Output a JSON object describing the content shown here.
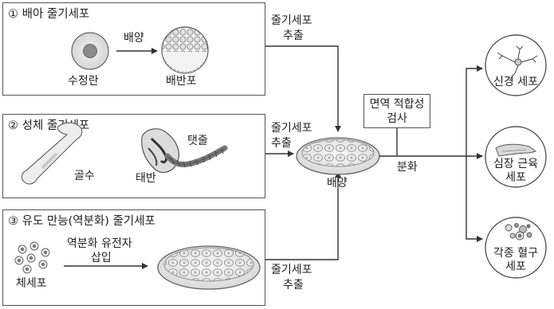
{
  "panels": {
    "embryonic": {
      "title": "① 배아 줄기세포",
      "culture_arrow_label": "배양",
      "zygote_label": "수정란",
      "blastocyst_label": "배반포",
      "extract_label_1": "줄기세포",
      "extract_label_2": "추출"
    },
    "adult": {
      "title": "② 성체 줄기세포",
      "bone_label": "골수",
      "placenta_label": "태반",
      "umbilical_label": "탯줄",
      "extract_label_1": "줄기세포",
      "extract_label_2": "추출"
    },
    "induced": {
      "title": "③ 유도 만능(역분화) 줄기세포",
      "gene_label_1": "역분화 유전자",
      "gene_label_2": "삽입",
      "somatic_label": "체세포",
      "extract_label_1": "줄기세포",
      "extract_label_2": "추출"
    }
  },
  "center": {
    "culture_label": "배양",
    "immune_test_1": "면역 적합성",
    "immune_test_2": "검사",
    "differentiation_label": "분화"
  },
  "outputs": {
    "nerve_label": "신경 세포",
    "heart_label_1": "심장 근육",
    "heart_label_2": "세포",
    "blood_label_1": "각종 혈구",
    "blood_label_2": "세포"
  },
  "colors": {
    "line": "#333333",
    "panel_border": "#555555",
    "cell_fill": "#e8e8e8",
    "dish_fill": "#f0f0f0"
  }
}
